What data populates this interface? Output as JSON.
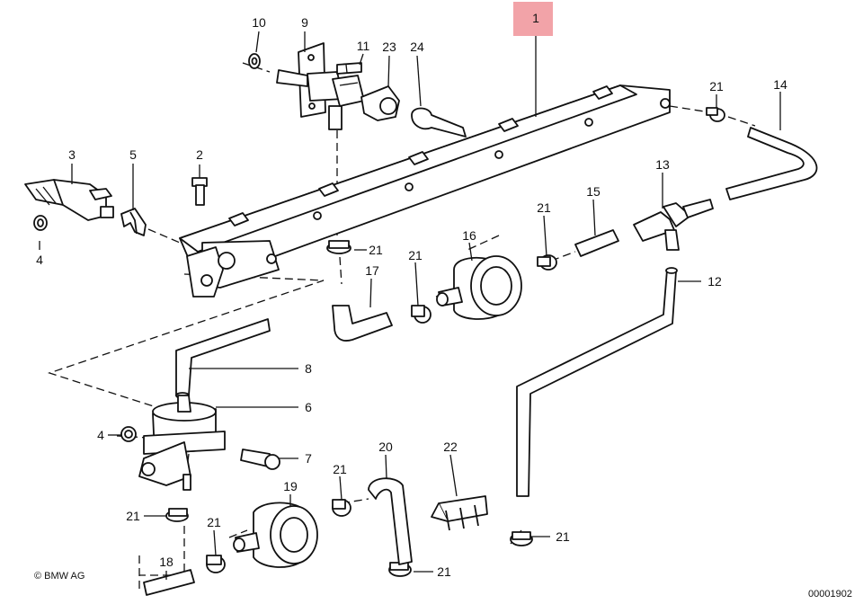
{
  "diagram": {
    "highlight_color": "#f2a3a8",
    "callouts": [
      "1",
      "2",
      "3",
      "4",
      "4",
      "5",
      "6",
      "7",
      "8",
      "9",
      "10",
      "11",
      "12",
      "13",
      "14",
      "15",
      "16",
      "17",
      "18",
      "19",
      "20",
      "21",
      "21",
      "21",
      "21",
      "21",
      "21",
      "21",
      "21",
      "21",
      "21",
      "22",
      "23",
      "24"
    ],
    "copyright": "© BMW AG",
    "figure_number": "00001902"
  }
}
